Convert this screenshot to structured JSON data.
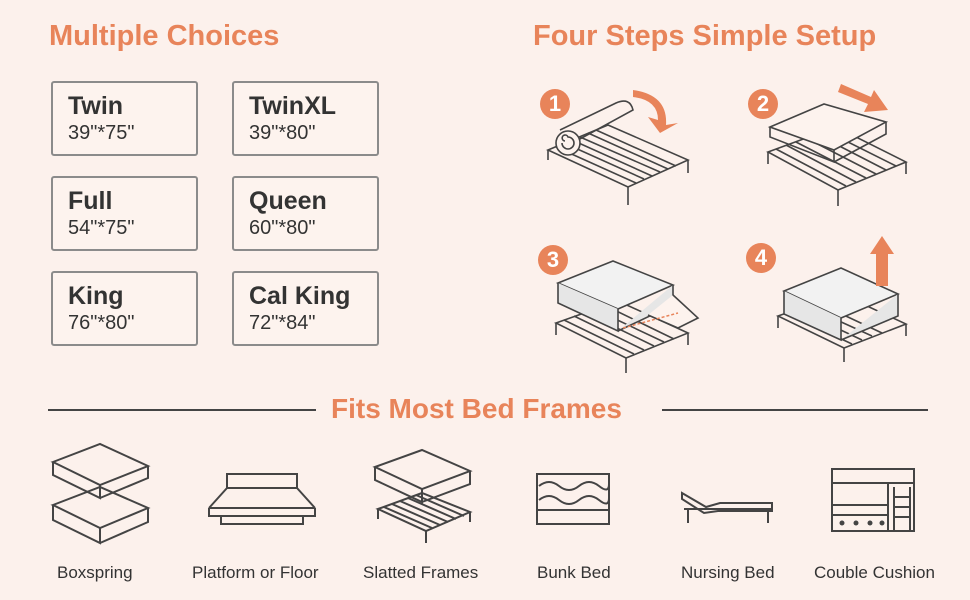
{
  "left": {
    "title": "Multiple Choices",
    "sizes": [
      {
        "name": "Twin",
        "dims": "39\"*75\""
      },
      {
        "name": "TwinXL",
        "dims": "39\"*80\""
      },
      {
        "name": "Full",
        "dims": "54\"*75\""
      },
      {
        "name": "Queen",
        "dims": "60\"*80\""
      },
      {
        "name": "King",
        "dims": "76\"*80\""
      },
      {
        "name": "Cal King",
        "dims": "72\"*84\""
      }
    ]
  },
  "right": {
    "title": "Four Steps Simple Setup",
    "steps": [
      "1",
      "2",
      "3",
      "4"
    ]
  },
  "bottom": {
    "title": "Fits Most Bed Frames",
    "frames": [
      "Boxspring",
      "Platform or Floor",
      "Slatted Frames",
      "Bunk Bed",
      "Nursing Bed",
      "Couble Cushion"
    ]
  },
  "colors": {
    "accent": "#e8845a",
    "background": "#fcf1ec",
    "line": "#444444"
  }
}
